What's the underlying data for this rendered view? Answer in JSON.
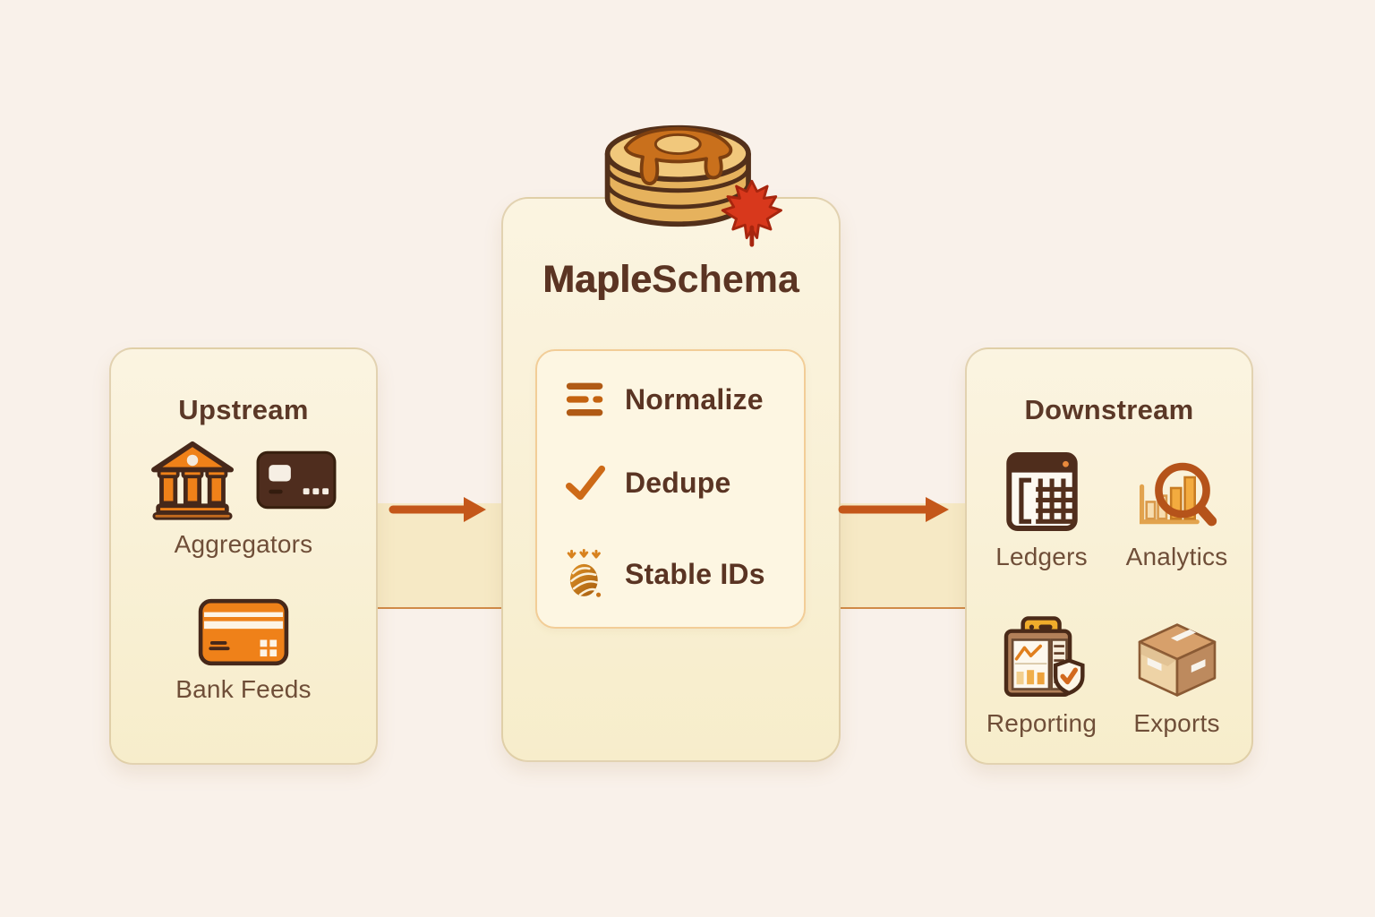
{
  "diagram": {
    "brand": {
      "name": "MapleSchema",
      "name_primary": "Maple",
      "name_secondary": "Schema",
      "logo": "pancakes-maple-leaf-icon"
    },
    "upstream": {
      "title": "Upstream",
      "items": [
        {
          "label": "Aggregators",
          "icons": [
            "bank-icon",
            "credit-card-icon"
          ]
        },
        {
          "label": "Bank Feeds",
          "icons": [
            "bank-card-icon"
          ]
        }
      ]
    },
    "pipeline": {
      "steps": [
        {
          "label": "Normalize",
          "icon": "normalize-lines-icon"
        },
        {
          "label": "Dedupe",
          "icon": "checkmark-icon"
        },
        {
          "label": "Stable IDs",
          "icon": "fingerprint-icon"
        }
      ]
    },
    "downstream": {
      "title": "Downstream",
      "items": [
        {
          "label": "Ledgers",
          "icon": "ledger-table-icon"
        },
        {
          "label": "Analytics",
          "icon": "magnifier-chart-icon"
        },
        {
          "label": "Reporting",
          "icon": "report-clipboard-icon"
        },
        {
          "label": "Exports",
          "icon": "shipping-box-icon"
        }
      ]
    },
    "flow": {
      "arrows": [
        "upstream-to-pipeline",
        "pipeline-to-downstream"
      ]
    },
    "colors": {
      "background": "#f9f1ea",
      "panel": "#f9f0d6",
      "band": "#f6e9c5",
      "accent_orange": "#c4571a",
      "icon_orange": "#ef8119",
      "heading_brown": "#5b3827",
      "label_brown": "#6f4e38",
      "leaf_red": "#d8381c"
    }
  }
}
